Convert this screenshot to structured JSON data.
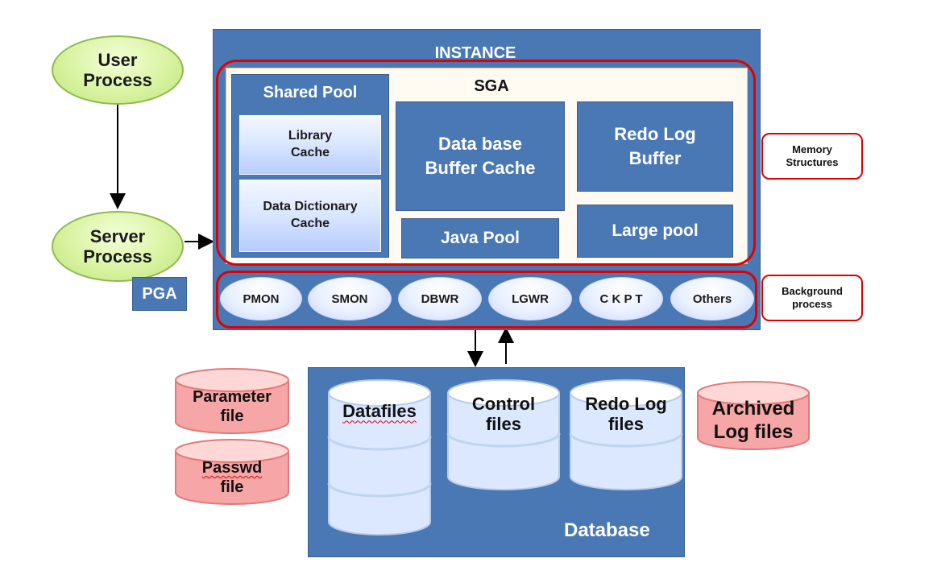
{
  "left": {
    "user_process": [
      "User",
      "Process"
    ],
    "server_process": [
      "Server",
      "Process"
    ],
    "pga": "PGA"
  },
  "instance": {
    "title": "INSTANCE",
    "sga_title": "SGA",
    "shared_pool": {
      "title": "Shared Pool",
      "library_cache": [
        "Library",
        "Cache"
      ],
      "data_dictionary_cache": [
        "Data Dictionary",
        "Cache"
      ]
    },
    "database_buffer_cache": [
      "Data base",
      "Buffer Cache"
    ],
    "redo_log_buffer": [
      "Redo Log",
      "Buffer"
    ],
    "java_pool": "Java Pool",
    "large_pool": "Large pool",
    "background_processes": [
      "PMON",
      "SMON",
      "DBWR",
      "LGWR",
      "C K P T",
      "Others"
    ]
  },
  "callouts": {
    "memory_structures": [
      "Memory",
      "Structures"
    ],
    "background_process": [
      "Background",
      "process"
    ]
  },
  "files": {
    "parameter_file": [
      "Parameter",
      "file"
    ],
    "passwd_file": [
      "Passwd",
      "file"
    ],
    "archived_log_files": [
      "Archived",
      "Log files"
    ]
  },
  "database": {
    "title": "Database",
    "datafiles": "Datafiles",
    "control_files": [
      "Control",
      "files"
    ],
    "redo_log_files": [
      "Redo Log",
      "files"
    ]
  },
  "colors": {
    "blue_panel": "#4a78b4",
    "outline_red": "#e00000",
    "oval_green": "#d9f3a2",
    "pink_cylinder": "#f6a6a6",
    "light_box": "#dce8ff"
  }
}
